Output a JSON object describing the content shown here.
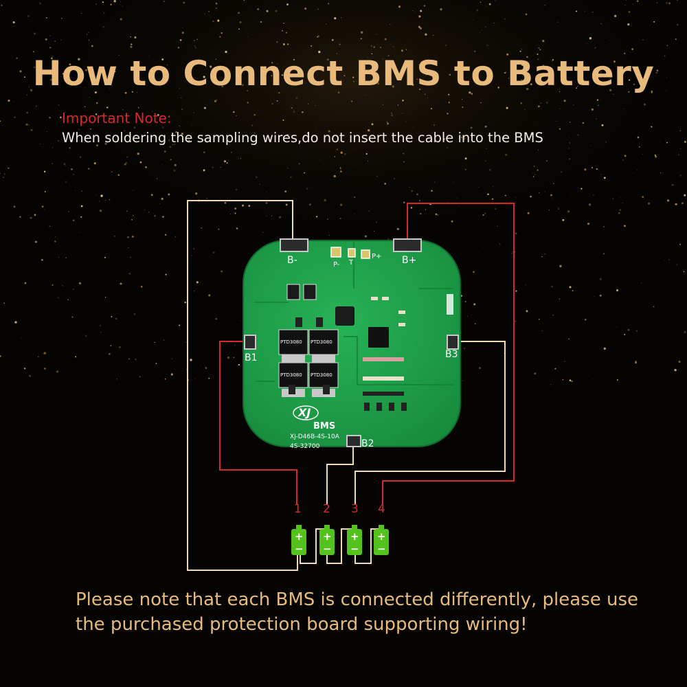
{
  "title": "How to Connect BMS to Battery",
  "note": {
    "label": "Important Note:",
    "text": "When soldering the sampling wires,do not insert the cable into the BMS"
  },
  "board": {
    "pads": {
      "bminus": "B-",
      "bplus": "B+",
      "b1": "B1",
      "b2": "B2",
      "b3": "B3",
      "pminus": "P-",
      "t": "T",
      "pplus": "P+"
    },
    "logo": "XJ",
    "brand": "BMS",
    "model": "XJ-D46B-4S-10A",
    "cell": "4S-32700",
    "chip_label": "PTD3080"
  },
  "wires": {
    "labels": [
      "1",
      "2",
      "3",
      "4"
    ]
  },
  "battery": {
    "plus": "+",
    "minus": "−"
  },
  "bottom_note": "Please note that each BMS is connected differently, please use the purchased protection board supporting wiring!",
  "colors": {
    "background": "#050402",
    "title": "#e8bb7c",
    "note_label": "#d8282a",
    "pcb": "#1f9e4a",
    "wire_red": "#d8282a",
    "wire_cream": "#f3dcb2",
    "battery": "#54c21c"
  }
}
